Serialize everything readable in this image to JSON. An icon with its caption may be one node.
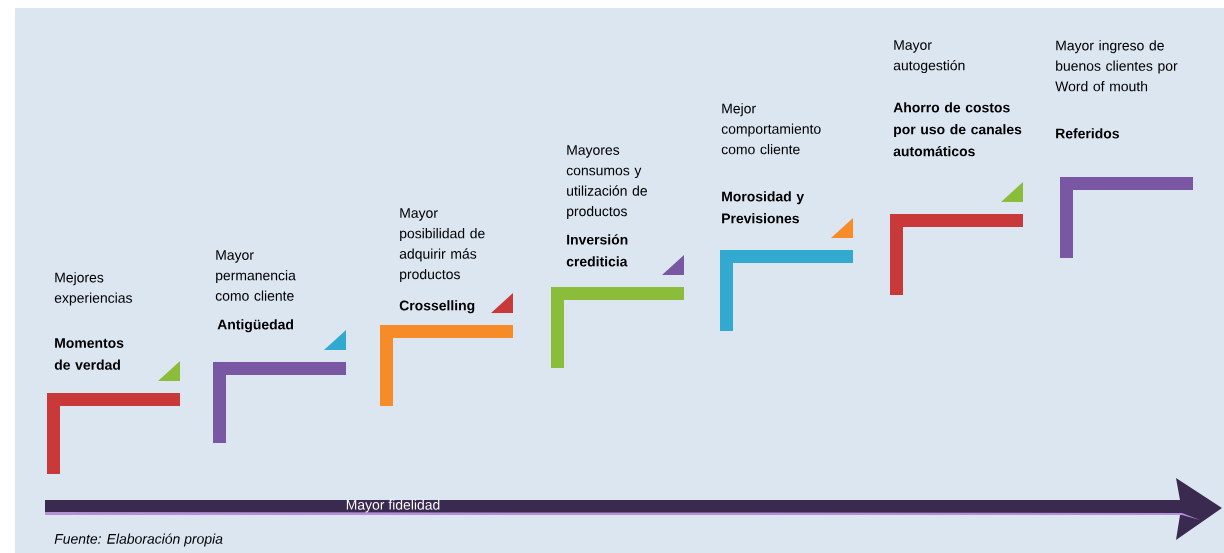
{
  "diagram": {
    "caption": "Fuente: Elaboración propia",
    "nodes": [
      {
        "text": [
          "Mejores experiencias",
          "Momentos de verdad"
        ]
      },
      {
        "text": [
          "Mayor permanencia como cliente",
          "Antigüedad"
        ]
      },
      {
        "text": [
          "Mayor posibilidad de adquirir más productos",
          "Crosselling"
        ]
      },
      {
        "text": [
          "Mayores consumos y utilización de productos",
          "Inversión crediticia"
        ]
      },
      {
        "text": [
          "Mejor comportamiento como cliente",
          "Morosidad y Previsiones"
        ]
      },
      {
        "text": [
          "Mayor autogestión",
          "Ahorro de costos por uso de canales automáticos"
        ]
      },
      {
        "text": [
          "Mayor ingreso de buenos clientes por Word of mouth",
          "Referidos"
        ]
      }
    ],
    "labels": [
      "Mayor fidelidad"
    ]
  }
}
